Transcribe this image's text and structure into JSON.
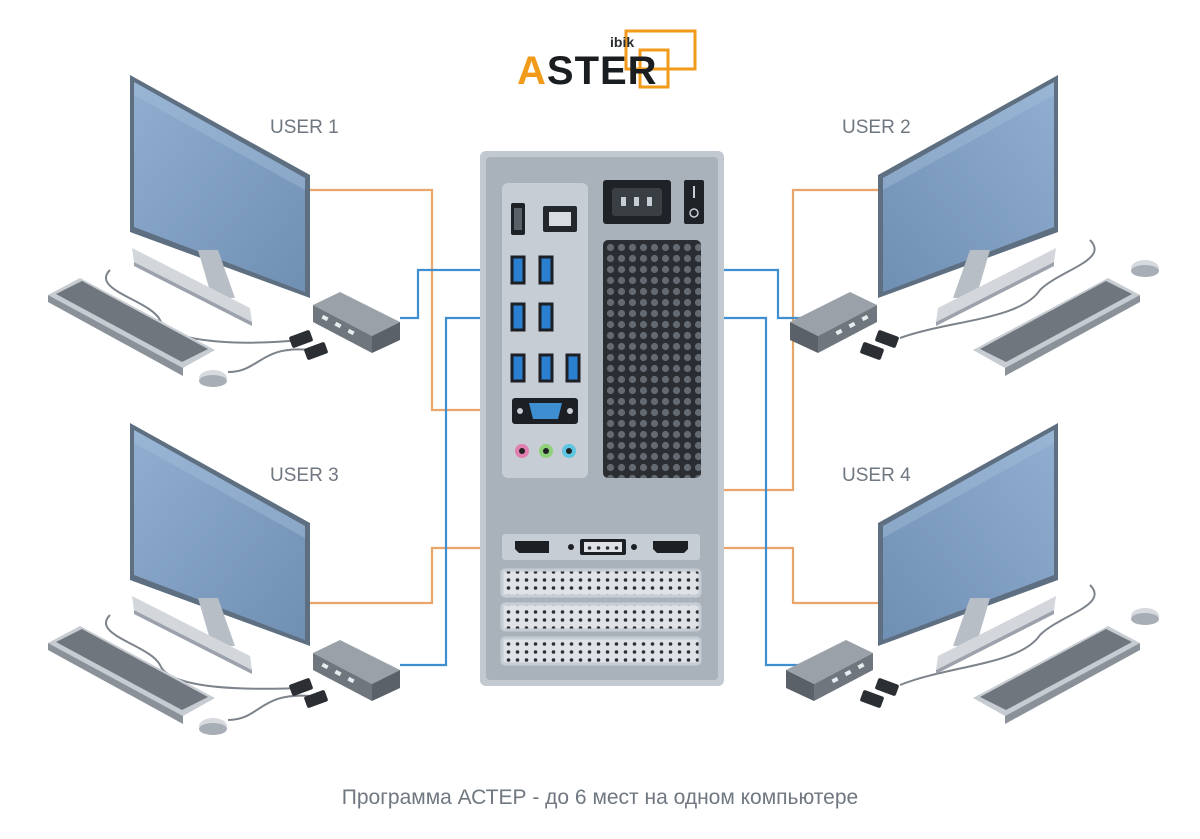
{
  "logo": {
    "brand_small": "ibik",
    "brand_first_letter": "A",
    "brand_rest": "STER"
  },
  "users": [
    {
      "label": "USER 1"
    },
    {
      "label": "USER 2"
    },
    {
      "label": "USER 3"
    },
    {
      "label": "USER 4"
    }
  ],
  "caption": "Программа АСТЕР - до 6 мест на одном  компьютере",
  "colors": {
    "video_cable": "#eaa56a",
    "usb_cable": "#3d8fd1",
    "accent": "#f29a1a",
    "case": "#c3c9d0",
    "monitor_screen": "#7f9fc0"
  },
  "icons": [
    "hdmi-port-icon",
    "ethernet-port-icon",
    "power-socket-icon",
    "power-switch-icon",
    "usb-port-icon",
    "vga-port-icon",
    "audio-jack-icon",
    "dvi-port-icon",
    "displayport-icon"
  ]
}
